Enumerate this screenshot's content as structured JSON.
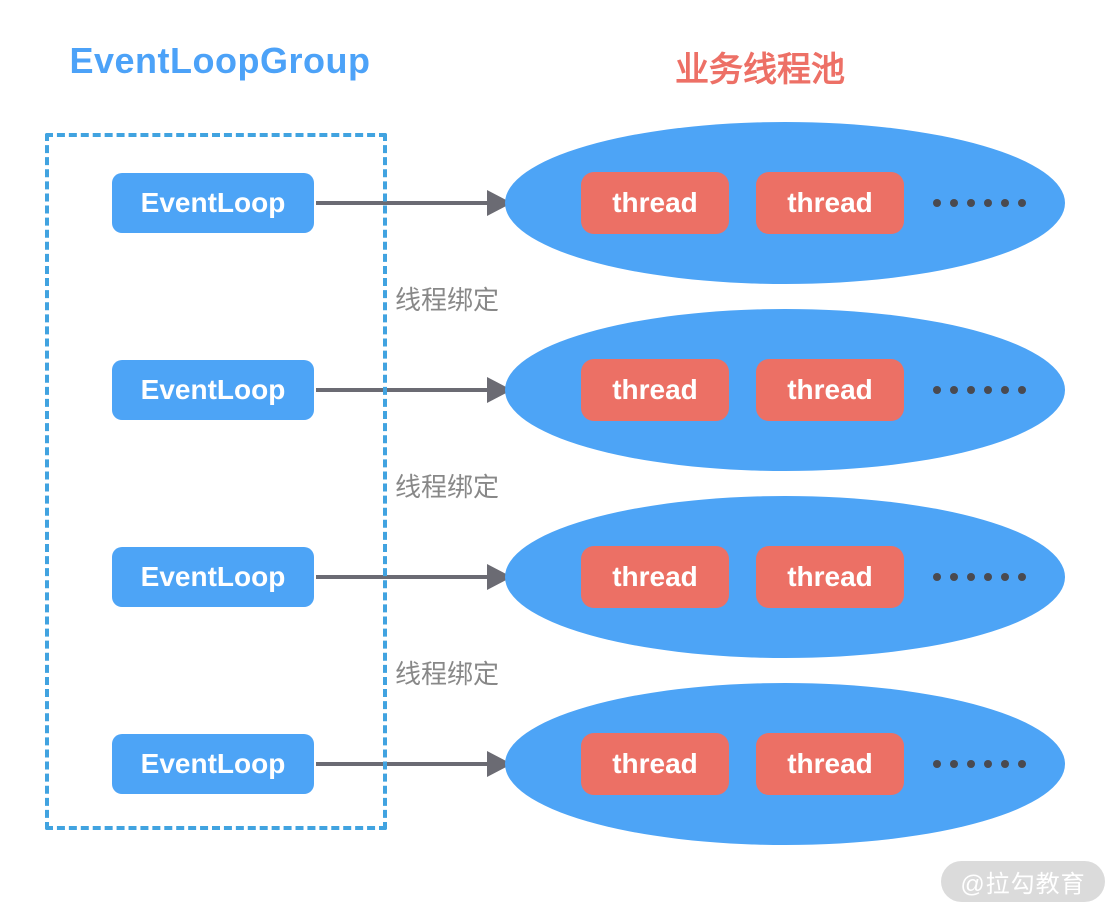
{
  "titles": {
    "left": "EventLoopGroup",
    "right": "业务线程池"
  },
  "rows": [
    {
      "loop_label": "EventLoop",
      "threads": [
        "thread",
        "thread"
      ]
    },
    {
      "loop_label": "EventLoop",
      "threads": [
        "thread",
        "thread"
      ]
    },
    {
      "loop_label": "EventLoop",
      "threads": [
        "thread",
        "thread"
      ]
    },
    {
      "loop_label": "EventLoop",
      "threads": [
        "thread",
        "thread"
      ]
    }
  ],
  "binding_labels": [
    "线程绑定",
    "线程绑定",
    "线程绑定"
  ],
  "more_indicator": {
    "dot_count": 6
  },
  "watermark": "@拉勾教育",
  "colors": {
    "node_blue": "#4da4f6",
    "thread_red": "#ec7065",
    "arrow_gray": "#6b6b73",
    "label_gray": "#888888",
    "dashed_blue": "#41a3e0",
    "title_blue": "#4ca2f8",
    "title_red": "#ed7066",
    "watermark_bg": "#dbdbdb",
    "watermark_text": "#ffffff",
    "dot_color": "#4a4a50"
  }
}
